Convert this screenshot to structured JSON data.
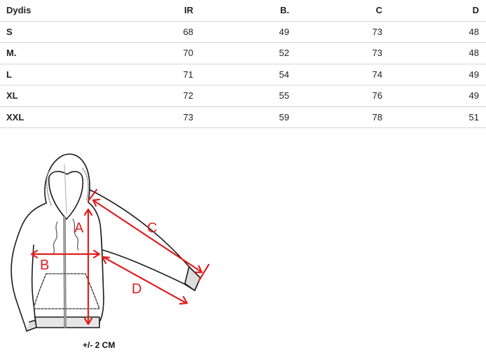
{
  "table": {
    "headers": [
      "Dydis",
      "IR",
      "B.",
      "C",
      "D"
    ],
    "rows": [
      {
        "size": "S",
        "a": "68",
        "b": "49",
        "c": "73",
        "d": "48"
      },
      {
        "size": "M.",
        "a": "70",
        "b": "52",
        "c": "73",
        "d": "48"
      },
      {
        "size": "L",
        "a": "71",
        "b": "54",
        "c": "74",
        "d": "49"
      },
      {
        "size": "XL",
        "a": "72",
        "b": "55",
        "c": "76",
        "d": "49"
      },
      {
        "size": "XXL",
        "a": "73",
        "b": "59",
        "c": "78",
        "d": "51"
      }
    ]
  },
  "diagram": {
    "labels": {
      "a": "A",
      "b": "B",
      "c": "C",
      "d": "D"
    },
    "tolerance": "+/-  2 CM",
    "accent_color": "#e01e1e"
  }
}
